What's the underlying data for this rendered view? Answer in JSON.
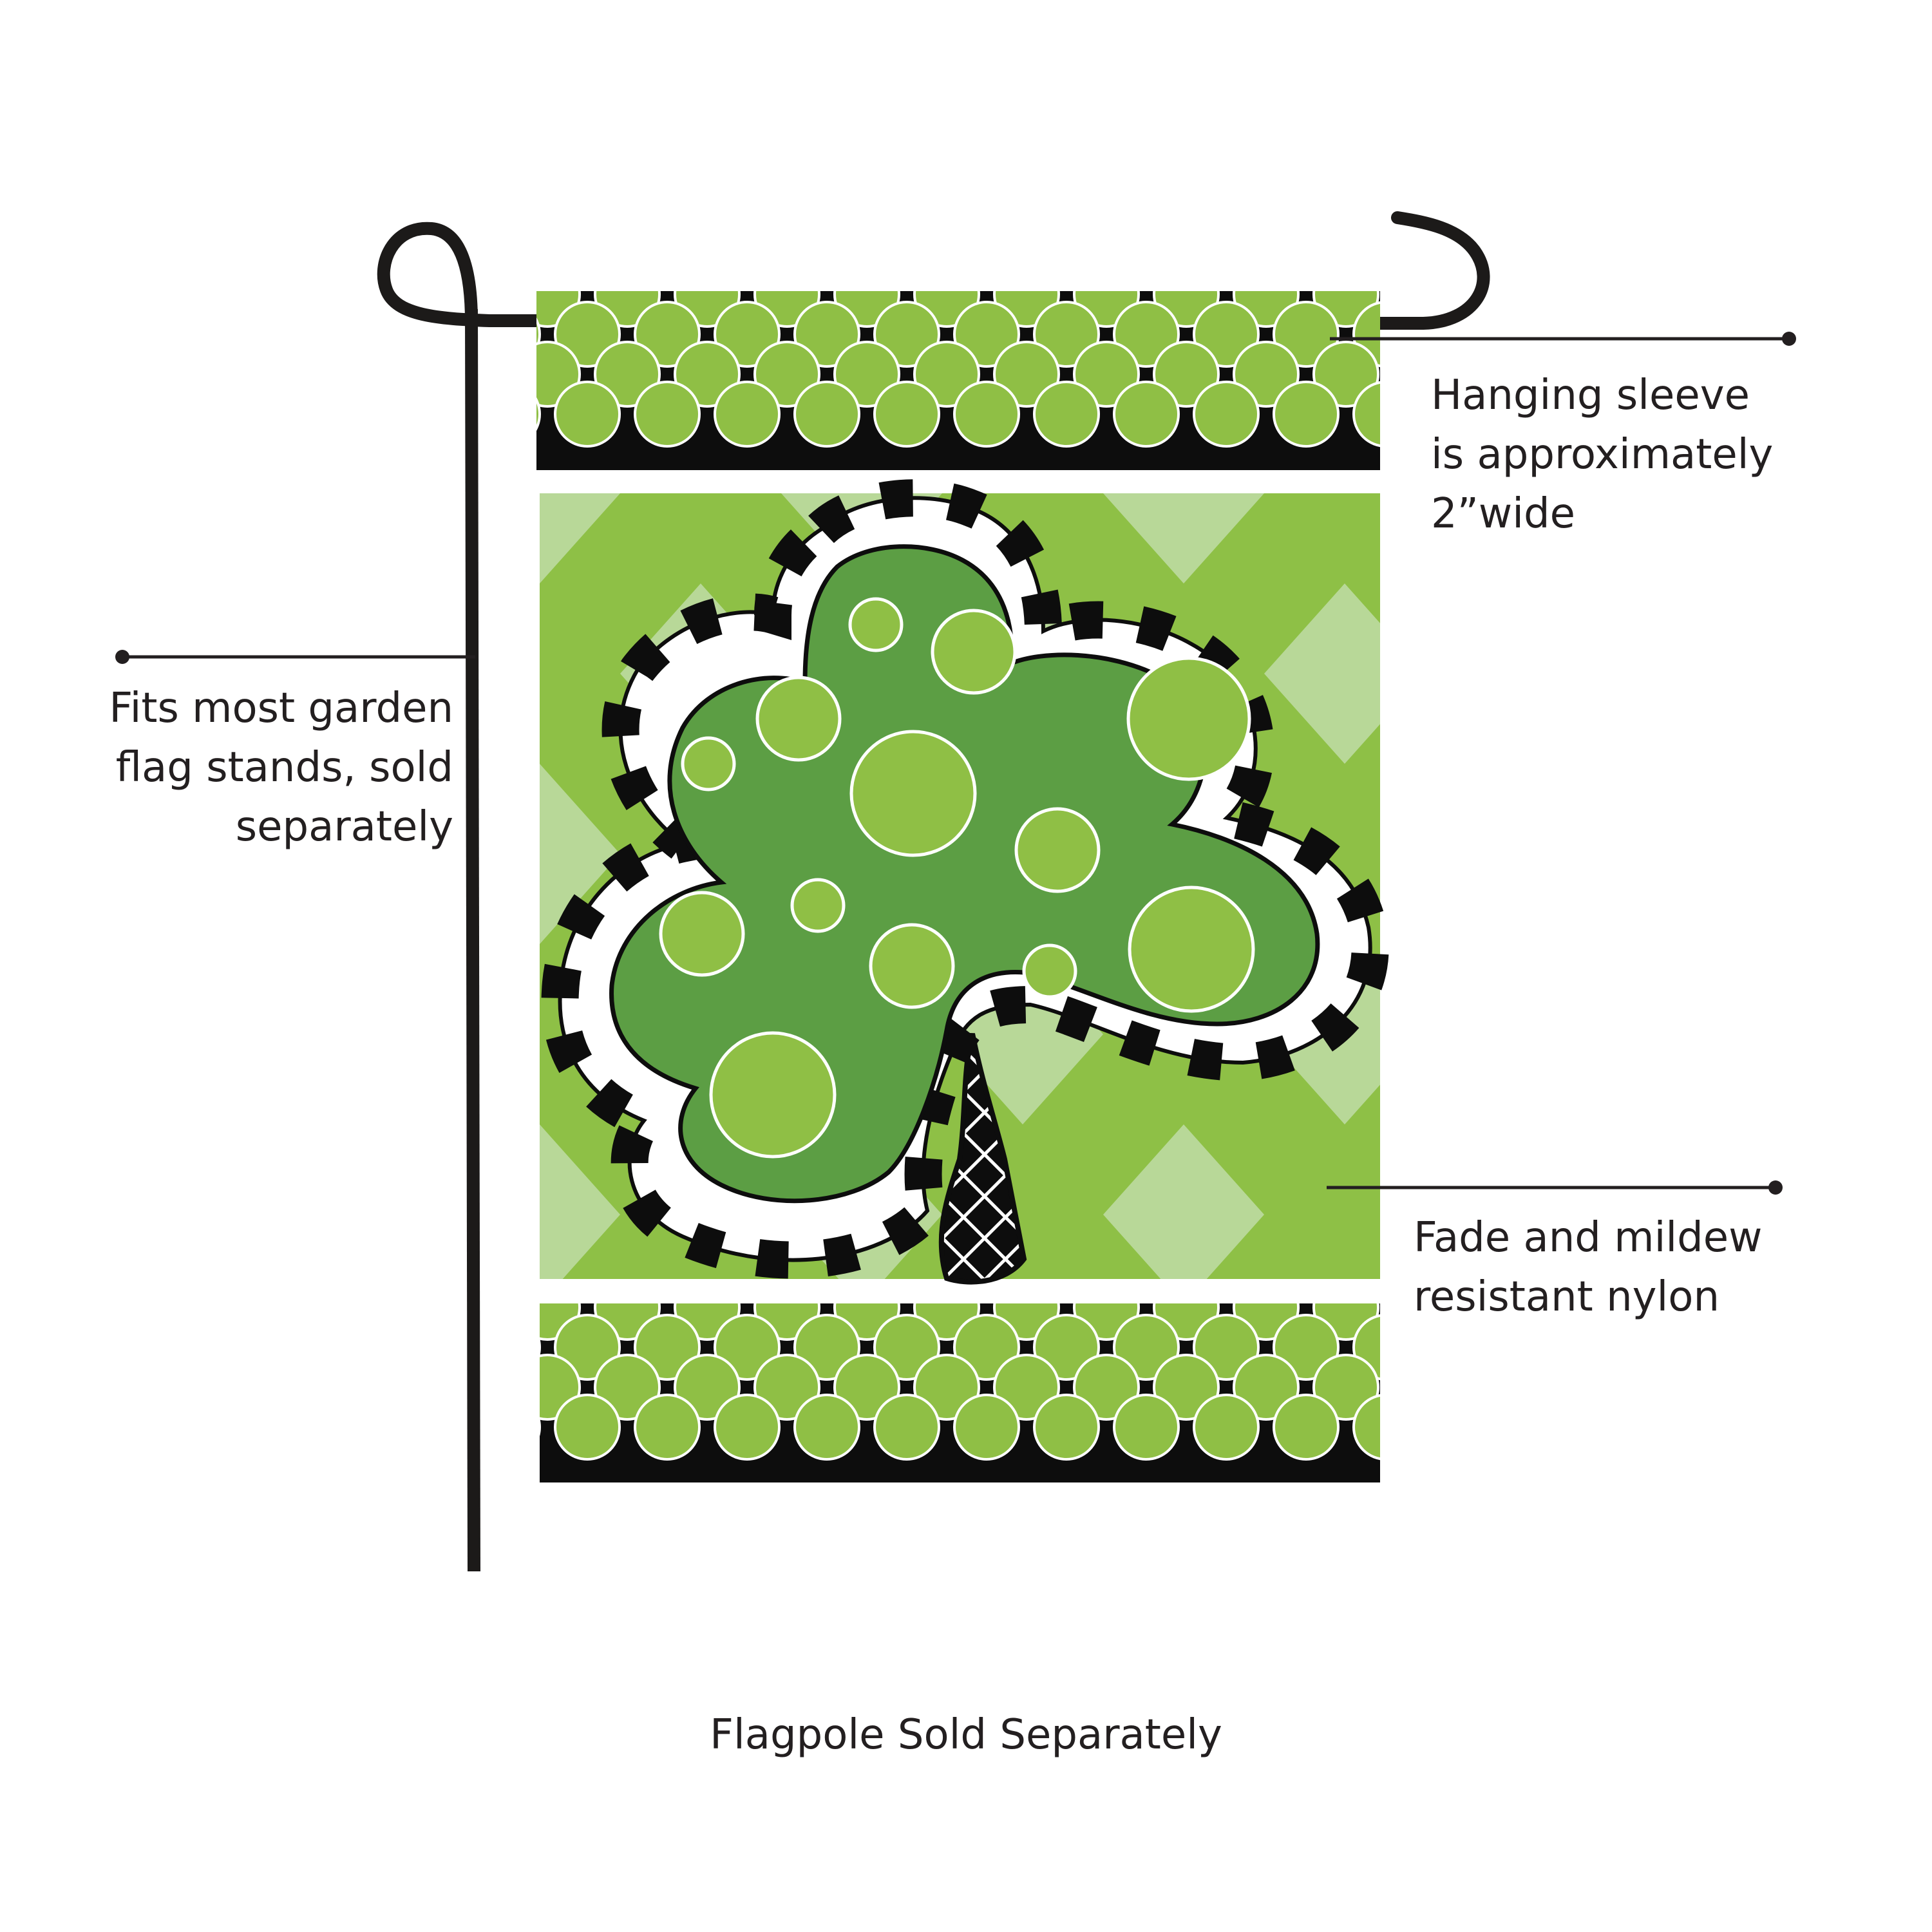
{
  "callouts": {
    "sleeve": {
      "lines": [
        "Hanging sleeve",
        "is approximately",
        "2”wide"
      ]
    },
    "stand": {
      "lines": [
        "Fits most garden",
        "flag stands, sold",
        "separately"
      ]
    },
    "nylon": {
      "lines": [
        "Fade and mildew",
        "resistant nylon"
      ]
    }
  },
  "footer_note": "Flagpole Sold Separately",
  "colors": {
    "flag_green": "#8ec046",
    "harlequin_light": "#b8d898",
    "shamrock_green": "#5c9e44",
    "dot_green": "#8fbf45",
    "black": "#0d0d0d",
    "pole": "#1c1a19",
    "text": "#231f20"
  },
  "icons": {
    "pole": "garden-flag-stand",
    "motif": "shamrock-with-polka-dots"
  }
}
